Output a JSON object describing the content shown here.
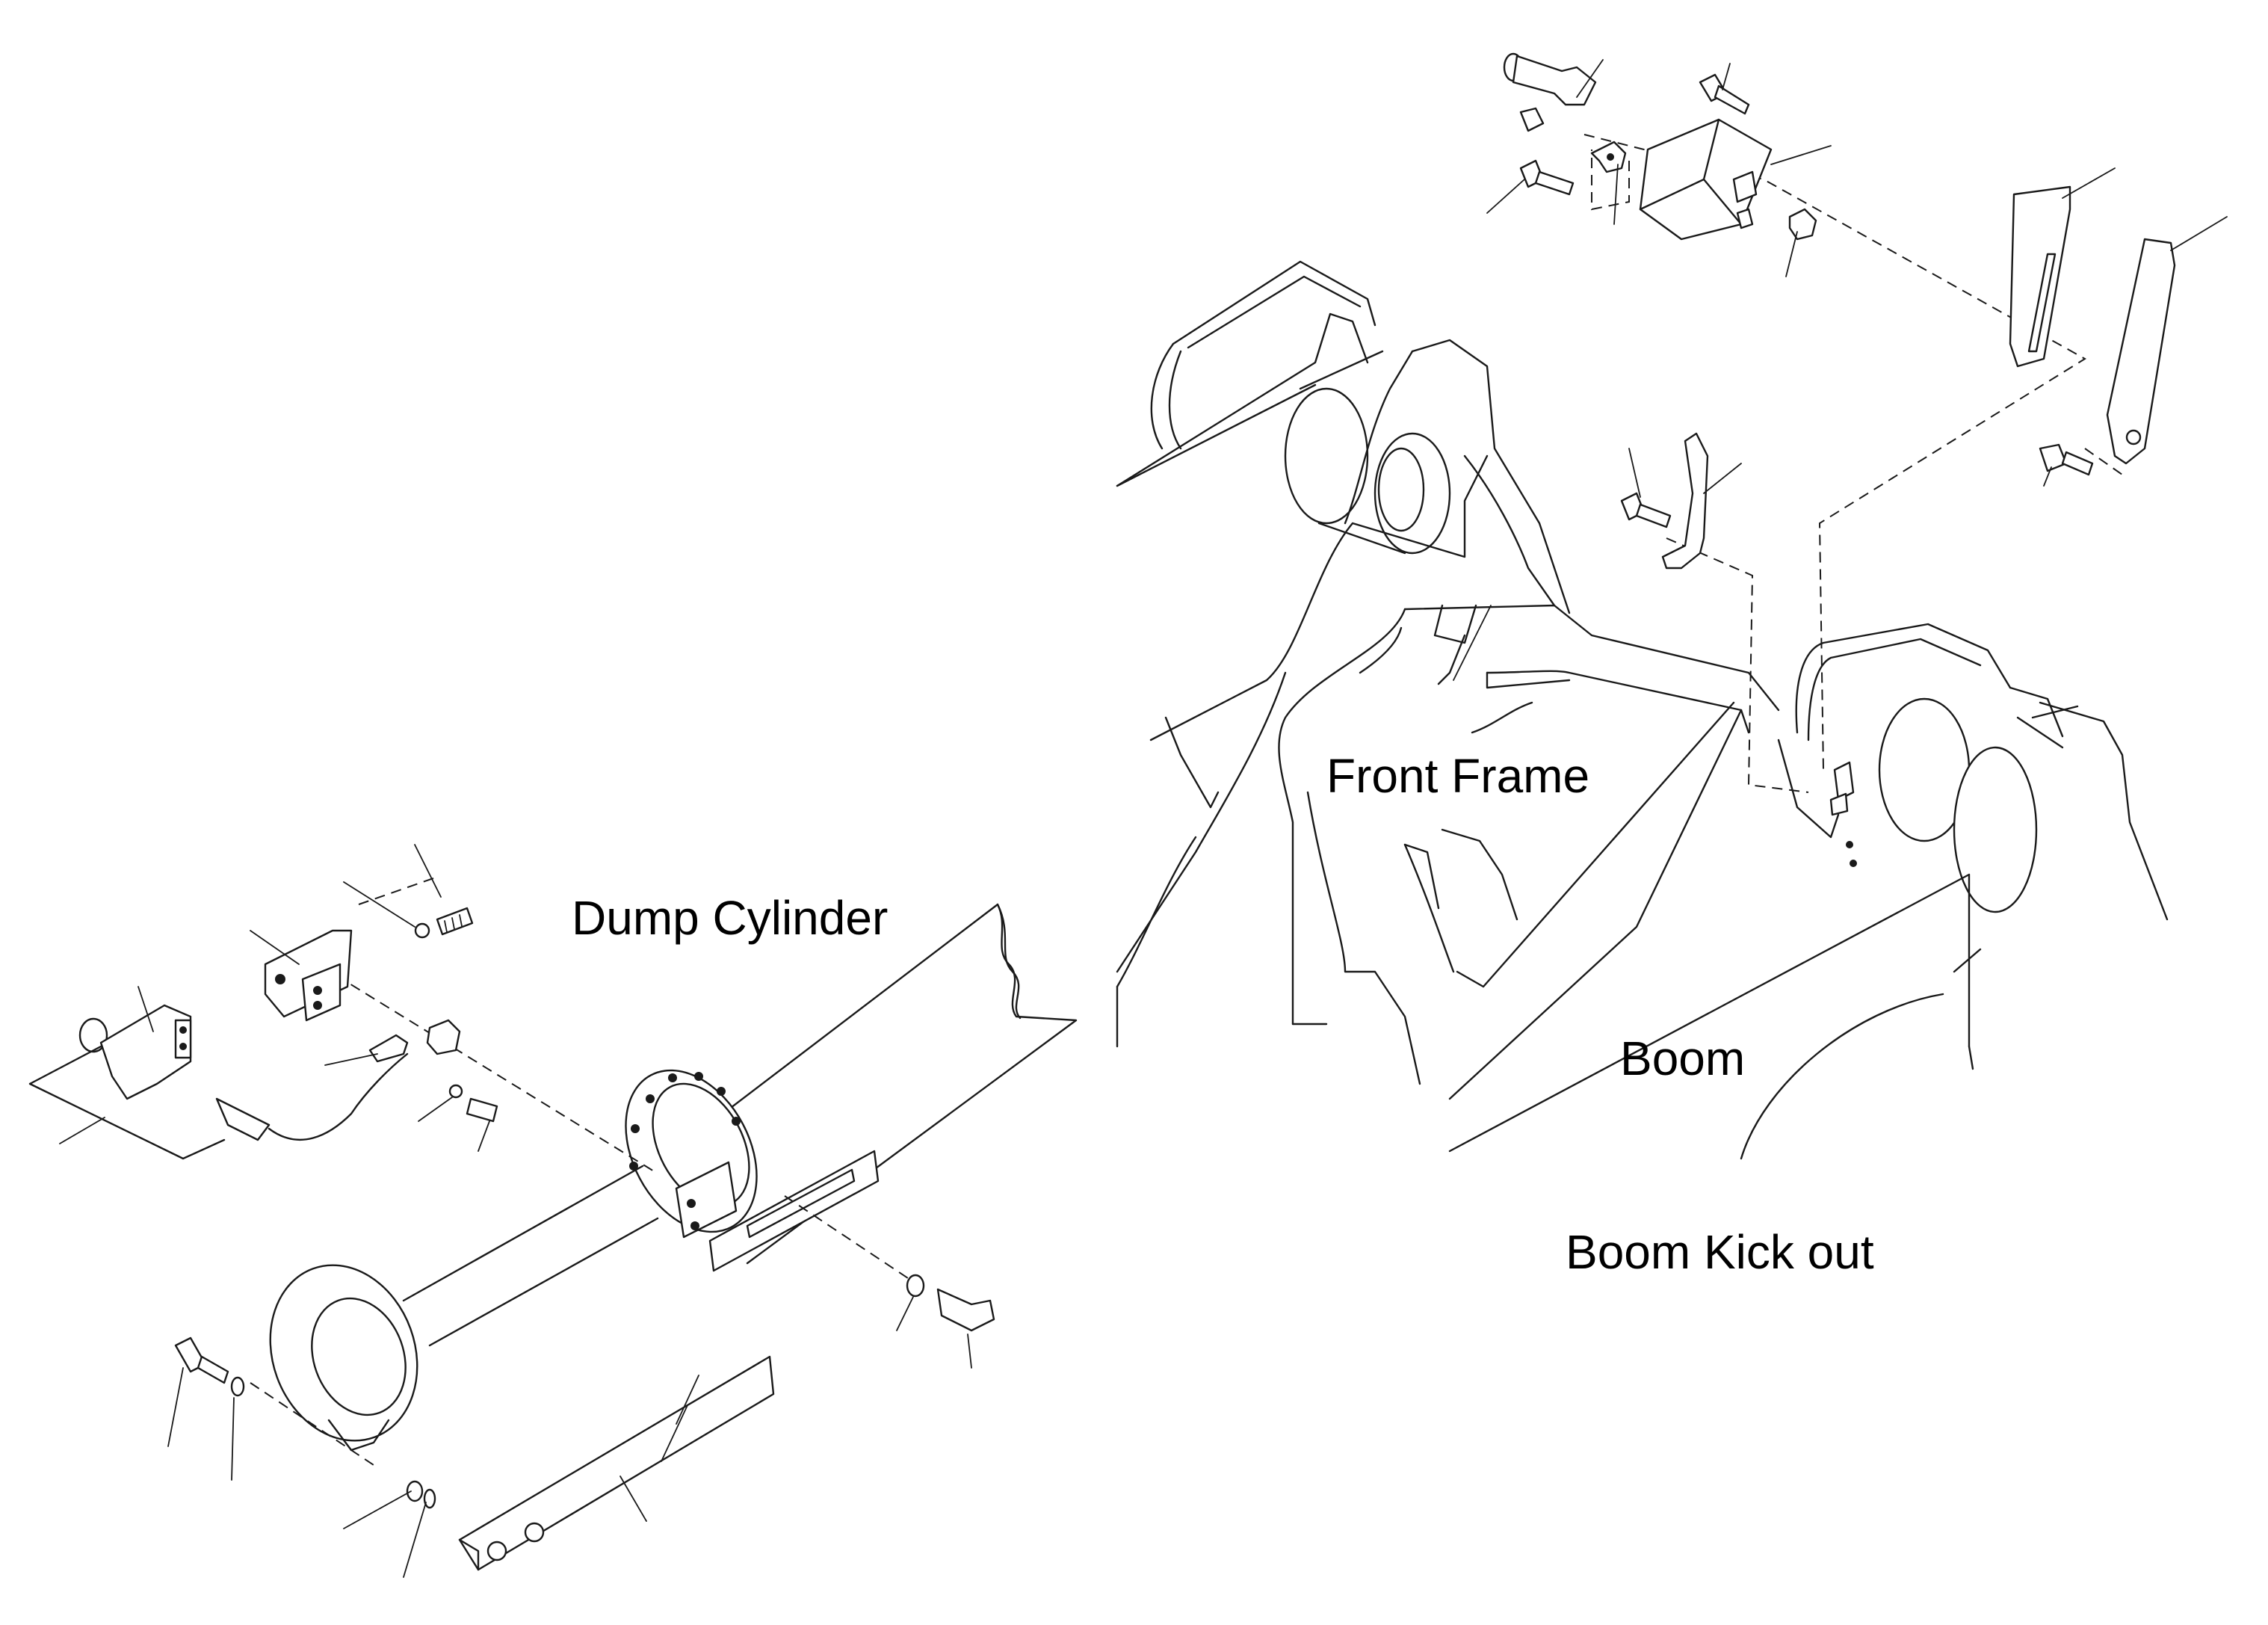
{
  "labels": {
    "dump_cylinder": "Dump Cylinder",
    "front_frame": "Front Frame",
    "boom": "Boom",
    "boom_kick_out": "Boom Kick out"
  },
  "colors": {
    "line": "#1a1a1a",
    "background": "#ffffff",
    "text": "#000000"
  }
}
